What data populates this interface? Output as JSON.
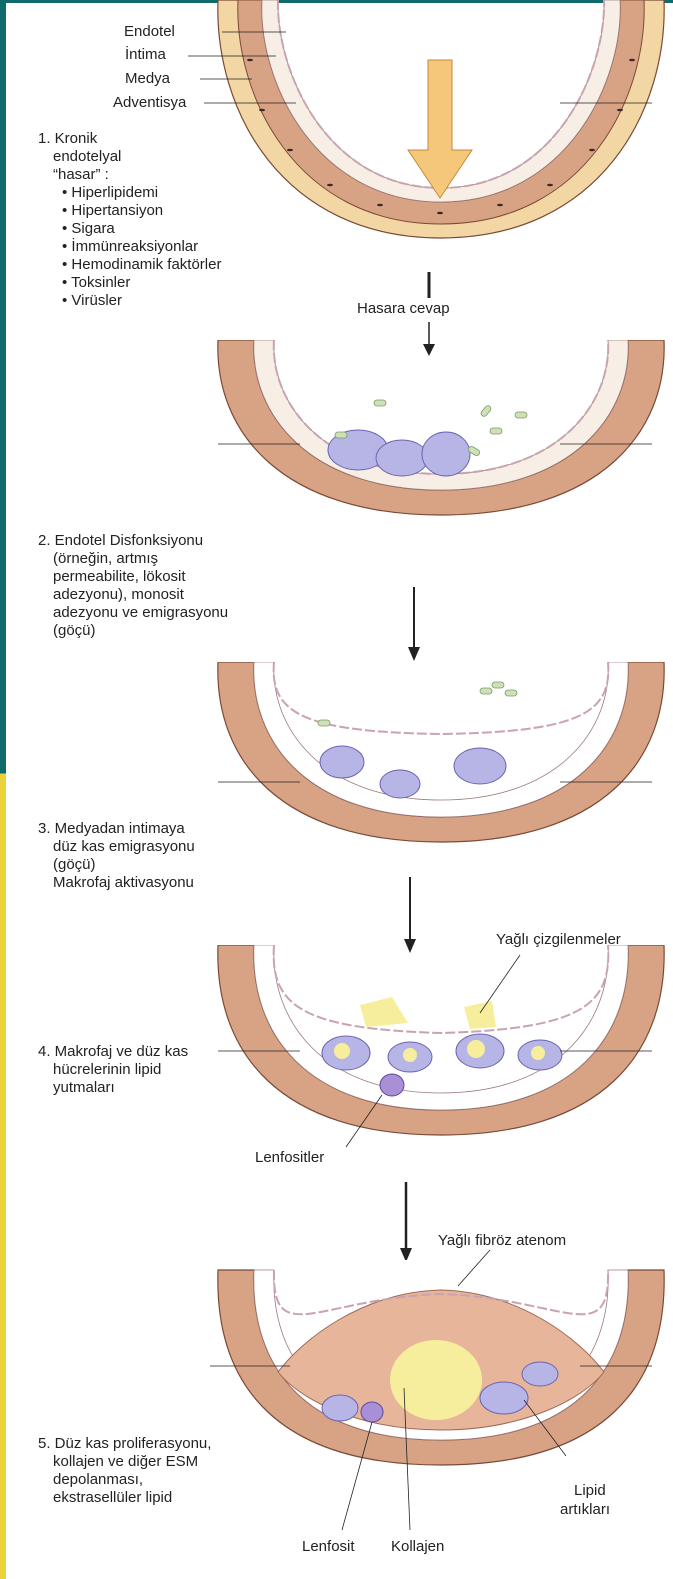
{
  "colors": {
    "adventitia": "#f2d6a4",
    "media": "#d8a285",
    "intima": "#f7efe6",
    "endothelium": "#c9a3b0",
    "monocyte": "#b7b5e6",
    "lipid": "#f6ee9c",
    "bacteria": "#cfe0b8",
    "collagen": "#ffffff",
    "arrow_fill": "#f4c77a",
    "frame_teal": "#0f6b6b",
    "frame_yellow": "#e9d23a"
  },
  "layers": {
    "endotel": "Endotel",
    "intima": "İntima",
    "medya": "Medya",
    "adventisya": "Adventisya"
  },
  "step1": {
    "title_line1": "1. Kronik",
    "title_line2": "endotelyal",
    "title_line3": "“hasar” :",
    "causes": [
      "• Hiperlipidemi",
      "• Hipertansiyon",
      "• Sigara",
      "• İmmünreaksiyonlar",
      "• Hemodinamik faktörler",
      "• Toksinler",
      "• Virüsler"
    ]
  },
  "arrow1_label": "Hasara cevap",
  "step2": {
    "lines": [
      "2. Endotel Disfonksiyonu",
      "(örneğin, artmış",
      "permeabilite, lökosit",
      "adezyonu), monosit",
      "adezyonu ve emigrasyonu",
      "(göçü)"
    ]
  },
  "step3": {
    "lines": [
      "3. Medyadan intimaya",
      "düz kas emigrasyonu",
      "(göçü)",
      "Makrofaj aktivasyonu"
    ]
  },
  "step4": {
    "lines": [
      "4. Makrofaj ve düz kas",
      "hücrelerinin lipid",
      "yutmaları"
    ],
    "fatty_streak_label": "Yağlı çizgilenmeler",
    "lymphocytes_label": "Lenfositler"
  },
  "step5": {
    "lines": [
      "5. Düz kas proliferasyonu,",
      "kollajen ve diğer ESM",
      "depolanması,",
      "ekstrasellüler lipid"
    ],
    "atheroma_label": "Yağlı fibröz atenom",
    "lipid_debris_line1": "Lipid",
    "lipid_debris_line2": "artıkları",
    "lymphocyte_label": "Lenfosit",
    "collagen_label": "Kollajen"
  }
}
